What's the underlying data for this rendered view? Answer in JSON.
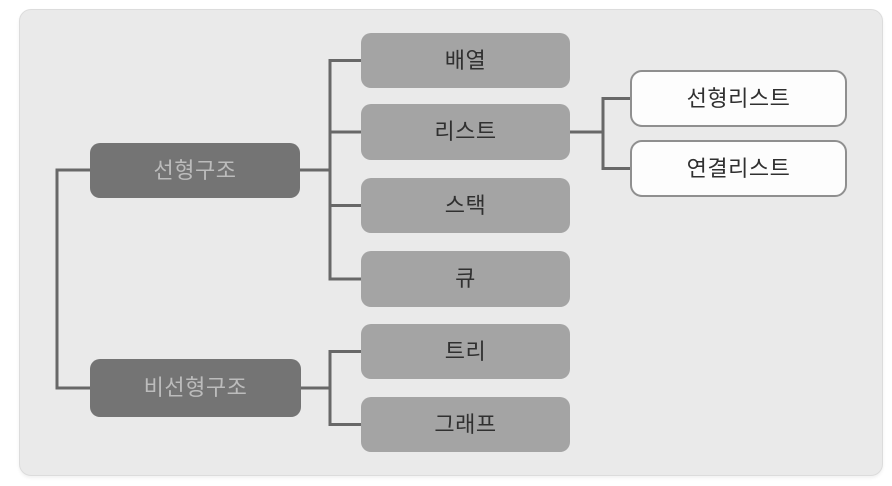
{
  "diagram": {
    "kind": "tree-diagram",
    "language": "ko",
    "nodes": {
      "linear": {
        "label": "선형구조",
        "level": 1
      },
      "nonlinear": {
        "label": "비선형구조",
        "level": 1
      },
      "array": {
        "label": "배열",
        "level": 2,
        "parent": "linear"
      },
      "list": {
        "label": "리스트",
        "level": 2,
        "parent": "linear"
      },
      "stack": {
        "label": "스택",
        "level": 2,
        "parent": "linear"
      },
      "queue": {
        "label": "큐",
        "level": 2,
        "parent": "linear"
      },
      "tree": {
        "label": "트리",
        "level": 2,
        "parent": "nonlinear"
      },
      "graph": {
        "label": "그래프",
        "level": 2,
        "parent": "nonlinear"
      },
      "linear_list": {
        "label": "선형리스트",
        "level": 3,
        "parent": "list"
      },
      "linked_list": {
        "label": "연결리스트",
        "level": 3,
        "parent": "list"
      }
    },
    "colors": {
      "card_background": "#eaeaea",
      "level1_fill": "#747474",
      "level1_text": "#bcbcbc",
      "level2_fill": "#a4a4a4",
      "level3_fill": "#fdfdfd",
      "level3_border": "#8f8f8f",
      "connector": "#686868",
      "dark_text": "#303030"
    }
  }
}
